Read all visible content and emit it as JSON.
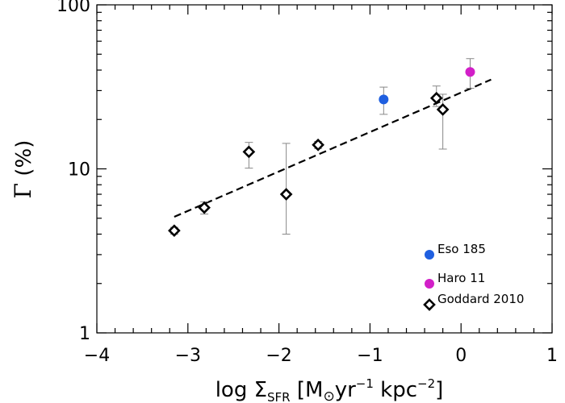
{
  "chart_data": {
    "type": "scatter",
    "xlabel_parts": {
      "lead": "log Σ",
      "sub": "SFR",
      "open": " [M",
      "sun": "⊙",
      "mid": "yr",
      "exp1": "−1",
      "kpc": " kpc",
      "exp2": "−2",
      "close": "]"
    },
    "ylabel_parts": {
      "greek": "Γ",
      "rest": " (%)"
    },
    "xlim": [
      -4,
      1
    ],
    "ylim": [
      1,
      100
    ],
    "y_scale": "log",
    "x_ticks": [
      -4,
      -3,
      -2,
      -1,
      0,
      1
    ],
    "x_tick_labels": [
      "−4",
      "−3",
      "−2",
      "−1",
      "0",
      "1"
    ],
    "y_ticks": [
      1,
      10,
      100
    ],
    "y_tick_labels": [
      "1",
      "10",
      "100"
    ],
    "series": [
      {
        "name": "Eso 185",
        "marker": "filled-circle",
        "color": "#1f5fe0",
        "points": [
          {
            "x": -0.85,
            "y": 26.5,
            "err_low": 21.5,
            "err_high": 31.5
          }
        ]
      },
      {
        "name": "Haro 11",
        "marker": "filled-circle",
        "color": "#d21fc8",
        "points": [
          {
            "x": 0.1,
            "y": 39,
            "err_low": 31,
            "err_high": 47
          }
        ]
      },
      {
        "name": "Goddard 2010",
        "marker": "open-diamond",
        "color": "#000000",
        "points": [
          {
            "x": -3.15,
            "y": 4.2,
            "err_low": 4.0,
            "err_high": 4.4
          },
          {
            "x": -2.82,
            "y": 5.8,
            "err_low": 5.3,
            "err_high": 6.3
          },
          {
            "x": -2.33,
            "y": 12.7,
            "err_low": 10.1,
            "err_high": 14.5
          },
          {
            "x": -1.92,
            "y": 7.0,
            "err_low": 4.0,
            "err_high": 14.3
          },
          {
            "x": -1.57,
            "y": 14.0,
            "err_low": 13.3,
            "err_high": 14.7
          },
          {
            "x": -0.27,
            "y": 27.0,
            "err_low": 24.0,
            "err_high": 32.0
          },
          {
            "x": -0.2,
            "y": 23.0,
            "err_low": 13.2,
            "err_high": 28.5
          }
        ]
      }
    ],
    "fit_line": {
      "style": "dashed",
      "x": [
        -3.15,
        0.33
      ],
      "y": [
        5.1,
        35.0
      ]
    },
    "legend": {
      "placement": "bottom-right",
      "entries": [
        {
          "label": "Eso 185",
          "marker": "filled-circle",
          "color": "#1f5fe0"
        },
        {
          "label": "Haro 11",
          "marker": "filled-circle",
          "color": "#d21fc8"
        },
        {
          "label": "Goddard 2010",
          "marker": "open-diamond",
          "color": "#000000"
        }
      ]
    }
  }
}
